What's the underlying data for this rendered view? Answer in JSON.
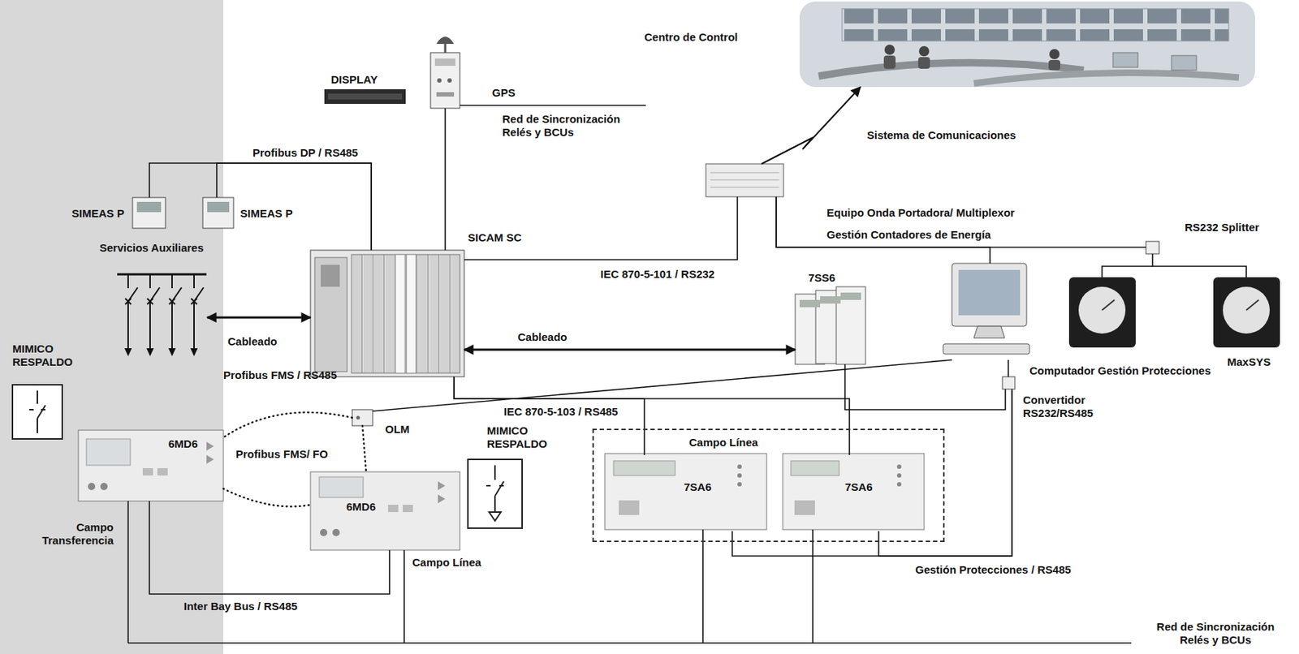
{
  "diagram": {
    "nodes": [
      {
        "text": [
          "Centro de Control"
        ]
      },
      {
        "text": [
          "DISPLAY"
        ]
      },
      {
        "text": [
          "GPS"
        ]
      },
      {
        "text": [
          "SIMEAS P"
        ]
      },
      {
        "text": [
          "SIMEAS P"
        ]
      },
      {
        "text": [
          "Equipo Onda Portadora/ Multiplexor"
        ]
      },
      {
        "text": [
          "Servicios Auxiliares"
        ]
      },
      {
        "text": [
          "SICAM SC"
        ]
      },
      {
        "text": [
          "RS232 Splitter"
        ]
      },
      {
        "text": [
          "7SS6"
        ]
      },
      {
        "text": [
          "Computador Gestión Protecciones"
        ]
      },
      {
        "text": [
          "MaxSYS"
        ]
      },
      {
        "text": [
          "Convertidor RS232/RS485"
        ]
      },
      {
        "text": [
          "OLM"
        ]
      },
      {
        "text": [
          "MIMICO RESPALDO"
        ]
      },
      {
        "text": [
          "6MD6",
          "Campo Transferencia"
        ]
      },
      {
        "text": [
          "Campo Línea"
        ]
      },
      {
        "text": [
          "7SA6"
        ],
        "in": 16
      },
      {
        "text": [
          "7SA6"
        ],
        "in": 16
      },
      {
        "text": [
          "MIMICO RESPALDO"
        ]
      },
      {
        "text": [
          "6MD6",
          "Campo Línea"
        ]
      }
    ],
    "edges": [
      {
        "from": 7,
        "to": 3,
        "arrow": "none",
        "label": "Profibus DP / RS485"
      },
      {
        "from": 7,
        "to": 4,
        "arrow": "none"
      },
      {
        "from": 2,
        "to": 7,
        "arrow": "none"
      },
      {
        "from": 6,
        "to": 7,
        "arrow": "both",
        "label": "Cableado"
      },
      {
        "from": 7,
        "to": 5,
        "arrow": "none",
        "label": "IEC 870-5-101 / RS232"
      },
      {
        "from": 5,
        "to": 0,
        "arrow": "to",
        "label": "Sistema de Comunicaciones"
      },
      {
        "from": 5,
        "to": 8,
        "arrow": "none",
        "label": "Gestión Contadores de Energía"
      },
      {
        "from": 5,
        "to": 10,
        "arrow": "none"
      },
      {
        "from": 8,
        "to": 11,
        "arrow": "none"
      },
      {
        "from": 7,
        "to": 9,
        "arrow": "both",
        "label": "Cableado"
      },
      {
        "from": 9,
        "to": 12,
        "arrow": "none"
      },
      {
        "from": 10,
        "to": 12,
        "arrow": "none"
      },
      {
        "from": 10,
        "to": 13,
        "arrow": "none",
        "label": "Profibus FMS / RS485"
      },
      {
        "from": 7,
        "to": 17,
        "arrow": "none",
        "label": "IEC 870-5-103 / RS485"
      },
      {
        "from": 7,
        "to": 18,
        "arrow": "none"
      },
      {
        "from": 17,
        "to": 12,
        "arrow": "none",
        "label": "Gestión Protecciones / RS485"
      },
      {
        "from": 18,
        "to": 12,
        "arrow": "none"
      },
      {
        "from": 13,
        "to": 15,
        "arrow": "none",
        "label": "Profibus FMS/ FO"
      },
      {
        "from": 13,
        "to": 20,
        "arrow": "none"
      },
      {
        "from": 15,
        "to": 20,
        "arrow": "none"
      },
      {
        "from": 15,
        "to": 20,
        "arrow": "none",
        "label": "Inter Bay Bus / RS485"
      }
    ],
    "labels": [
      "Red de Sincronización Relés y BCUs",
      "Red de Sincronización Relés y BCUs"
    ]
  }
}
